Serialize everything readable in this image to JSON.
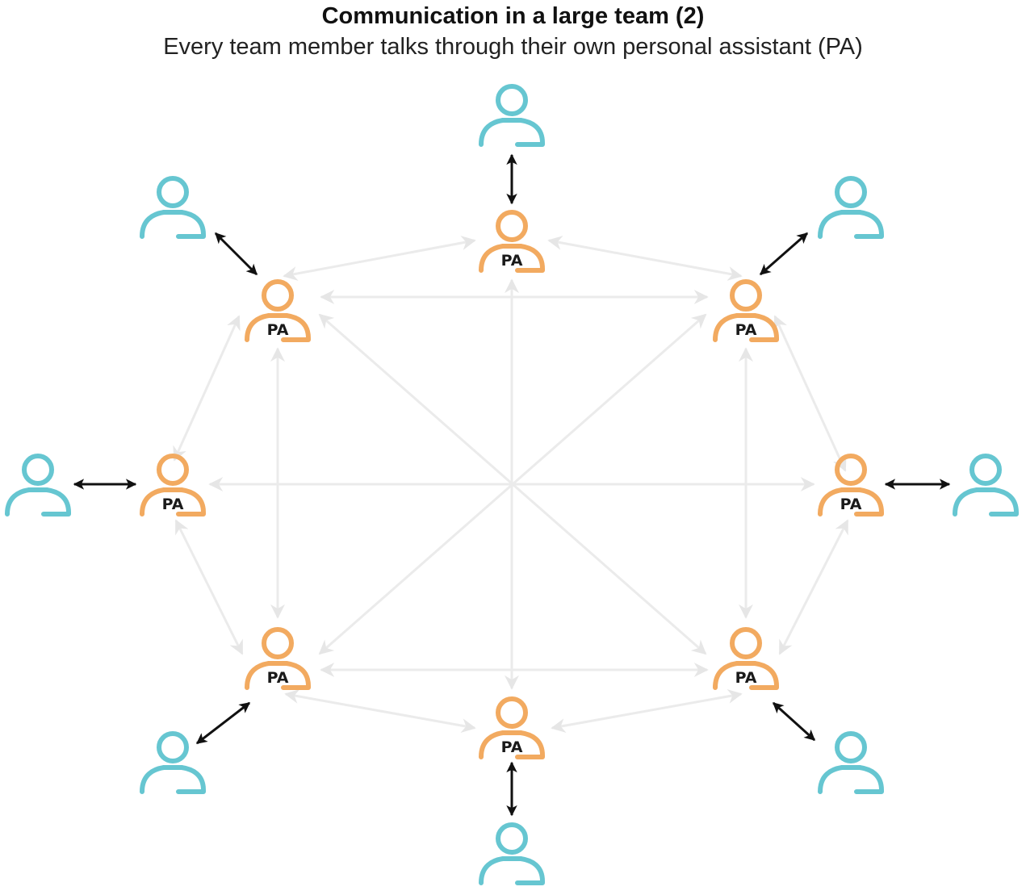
{
  "title": "Communication in a large team (2)",
  "subtitle": "Every team member talks through their own personal assistant (PA)",
  "colors": {
    "member": "#66c6d1",
    "assistant": "#f2aa60",
    "mesh_arrow": "#ebebeb",
    "member_link": "#111111"
  },
  "assistant_label": "PA",
  "icons": {
    "member": "person-outline-icon",
    "assistant": "person-outline-icon"
  },
  "nodes": [
    {
      "id": "top",
      "assistant_label": "PA"
    },
    {
      "id": "top-right",
      "assistant_label": "PA"
    },
    {
      "id": "right",
      "assistant_label": "PA"
    },
    {
      "id": "bottom-right",
      "assistant_label": "PA"
    },
    {
      "id": "bottom",
      "assistant_label": "PA"
    },
    {
      "id": "bottom-left",
      "assistant_label": "PA"
    },
    {
      "id": "left",
      "assistant_label": "PA"
    },
    {
      "id": "top-left",
      "assistant_label": "PA"
    }
  ]
}
